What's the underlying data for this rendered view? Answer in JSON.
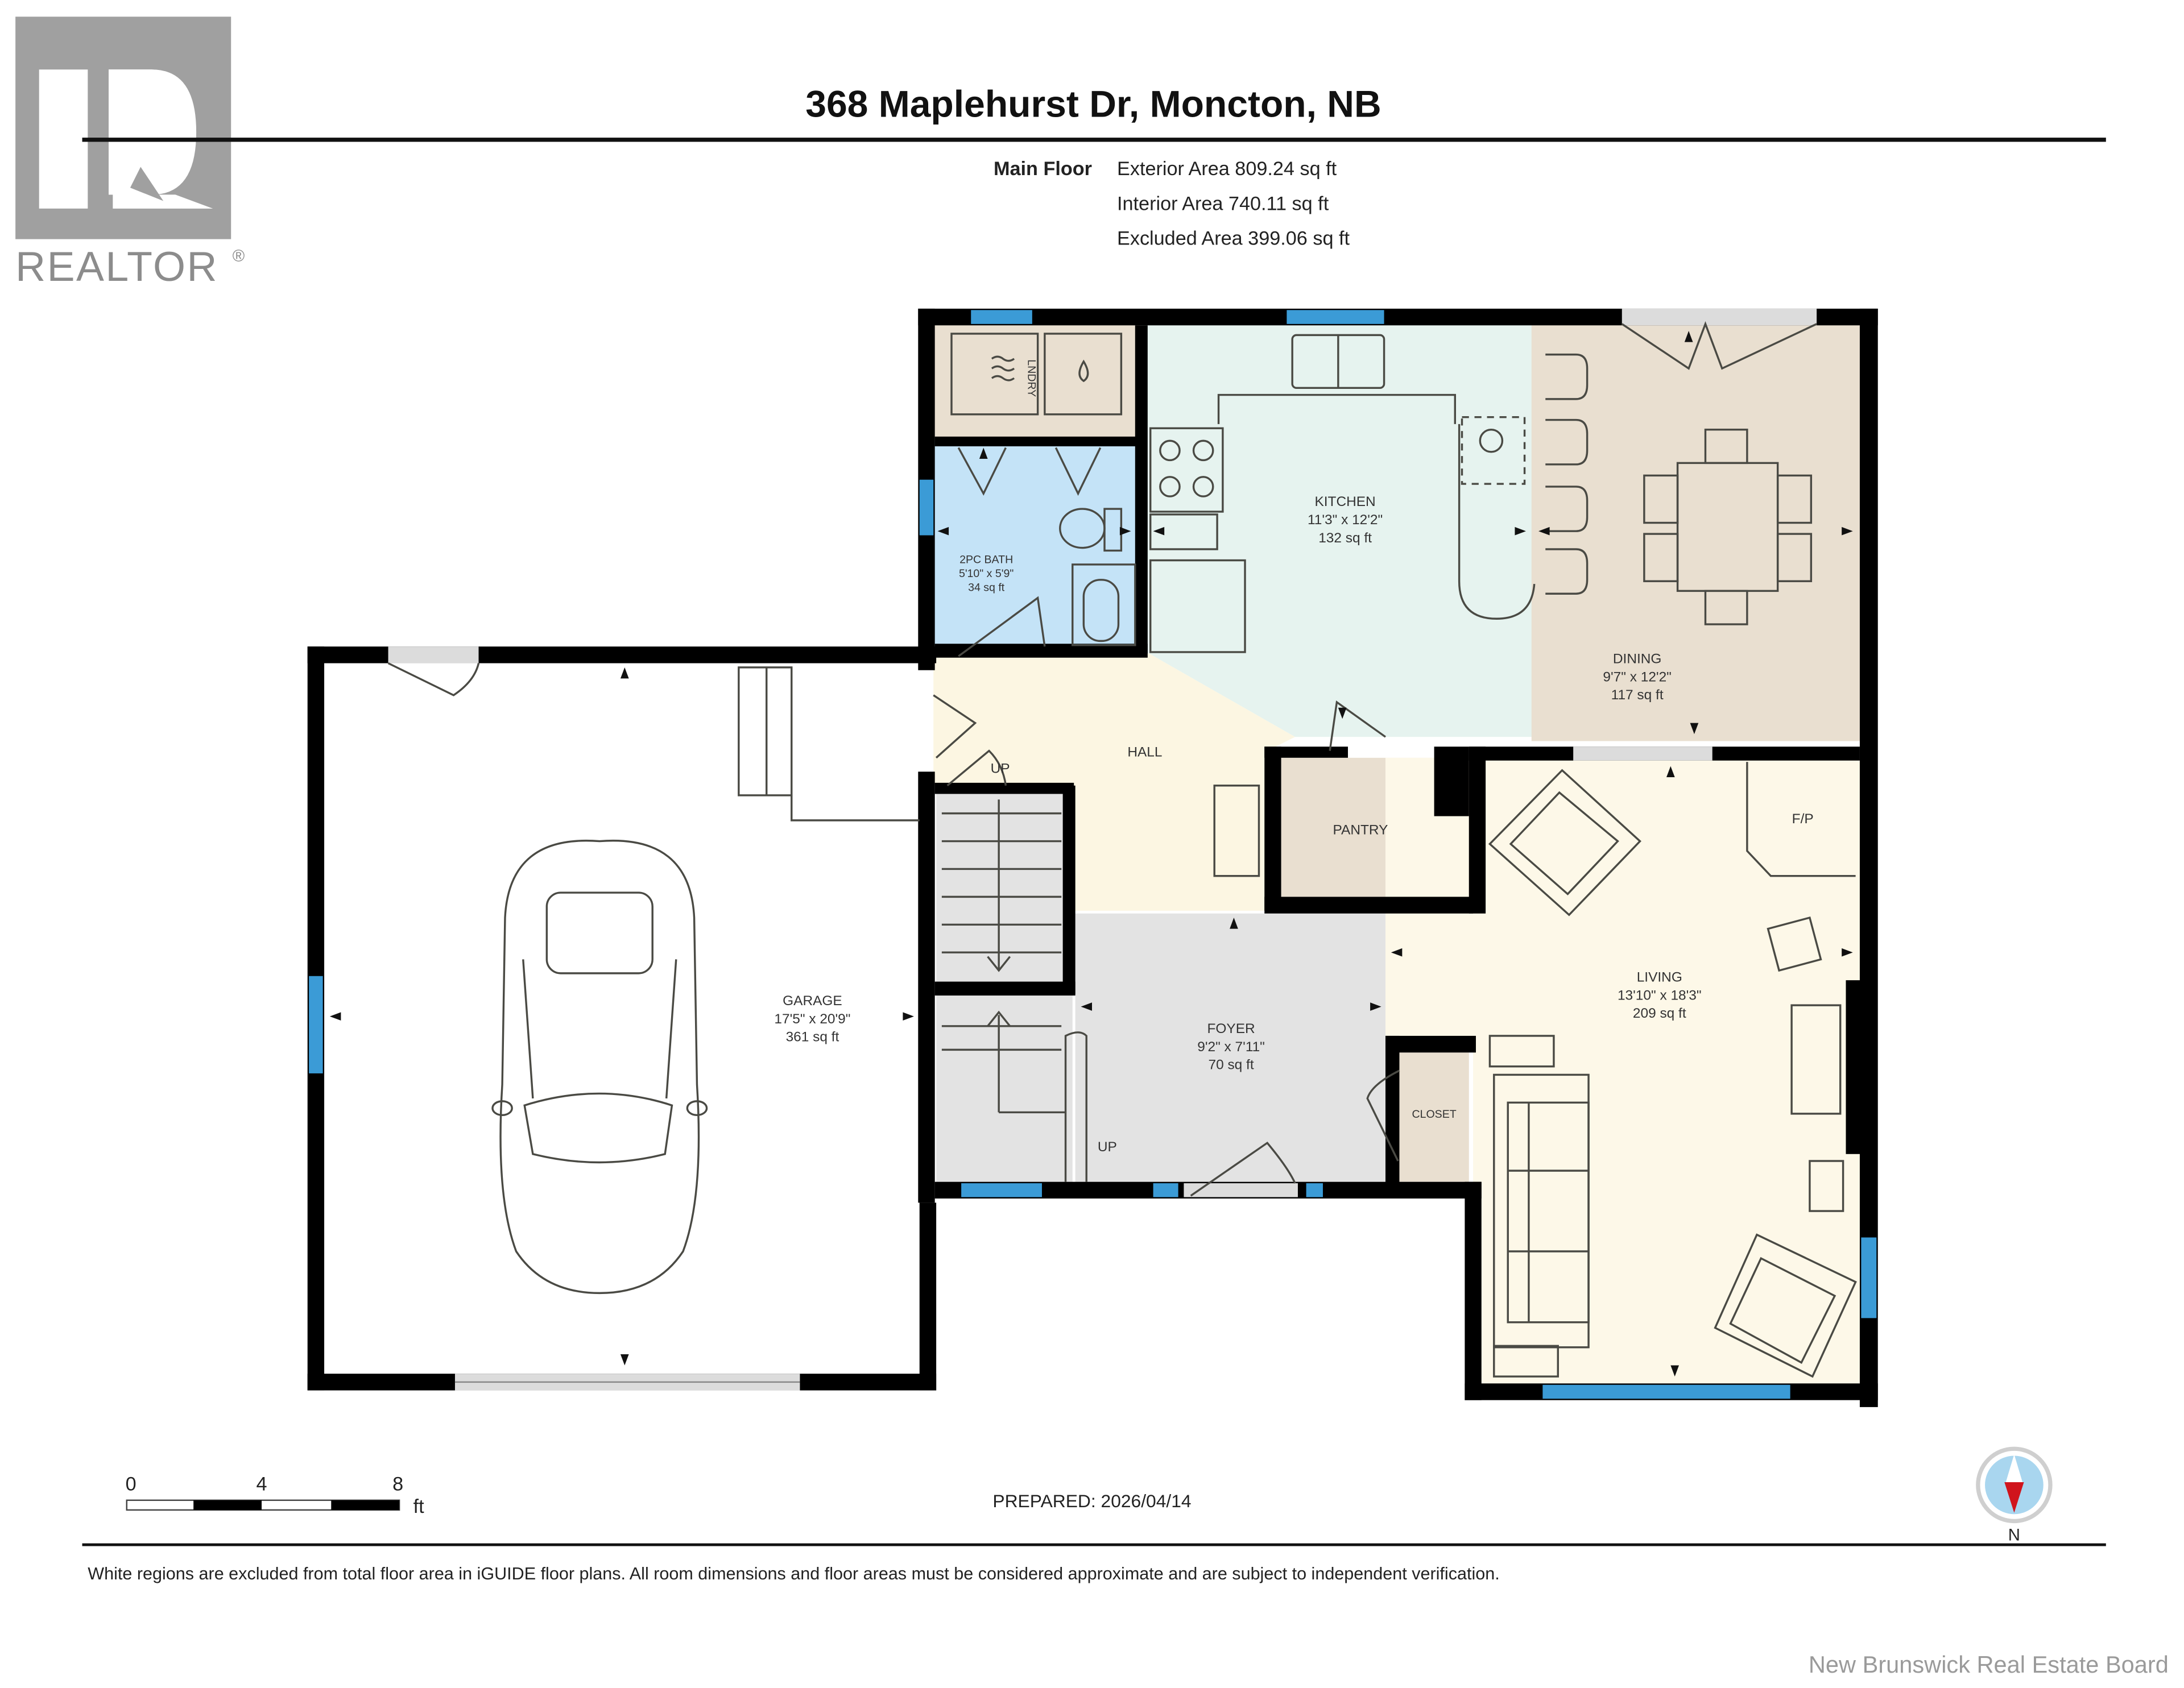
{
  "header": {
    "logo_text": "REALTOR",
    "logo_mark": "®",
    "title": "368 Maplehurst Dr, Moncton, NB",
    "floor_label": "Main Floor",
    "areas": [
      "Exterior Area 809.24 sq ft",
      "Interior Area 740.11 sq ft",
      "Excluded Area 399.06 sq ft"
    ]
  },
  "rooms": {
    "laundry": {
      "label": "LNDRY"
    },
    "bath": {
      "name": "2PC BATH",
      "dims": "5'10\" x 5'9\"",
      "area": "34 sq ft",
      "color": "#c4e3f7"
    },
    "kitchen": {
      "name": "KITCHEN",
      "dims": "11'3\" x 12'2\"",
      "area": "132 sq ft",
      "color": "#e6f3ef"
    },
    "dining": {
      "name": "DINING",
      "dims": "9'7\" x 12'2\"",
      "area": "117 sq ft",
      "color": "#e9dfd0"
    },
    "hall": {
      "name": "HALL",
      "color": "#fcf6e2"
    },
    "pantry": {
      "name": "PANTRY",
      "color": "#e9dfd0"
    },
    "fireplace": {
      "name": "F/P"
    },
    "living": {
      "name": "LIVING",
      "dims": "13'10\" x 18'3\"",
      "area": "209 sq ft",
      "color": "#fdf8e8"
    },
    "foyer": {
      "name": "FOYER",
      "dims": "9'2\" x 7'11\"",
      "area": "70 sq ft",
      "color": "#e3e3e3"
    },
    "closet": {
      "name": "CLOSET",
      "color": "#e9dfd0"
    },
    "garage": {
      "name": "GARAGE",
      "dims": "17'5\" x 20'9\"",
      "area": "361 sq ft",
      "color": "#ffffff"
    },
    "stairs_up_1": "UP",
    "stairs_up_2": "UP"
  },
  "colors": {
    "wall": "#000000",
    "window": "#3b9bd6",
    "compass_needle": "#d0141c",
    "compass_ring": "#a9d6ef"
  },
  "scale_bar": {
    "ticks": [
      "0",
      "4",
      "8"
    ],
    "unit": "ft"
  },
  "prepared": "PREPARED: 2026/04/14",
  "compass": {
    "label": "N"
  },
  "disclaimer": "White regions are excluded from total floor area in iGUIDE floor plans. All room dimensions and floor areas must be considered approximate and are subject to independent verification.",
  "watermark": "New Brunswick Real Estate Board"
}
